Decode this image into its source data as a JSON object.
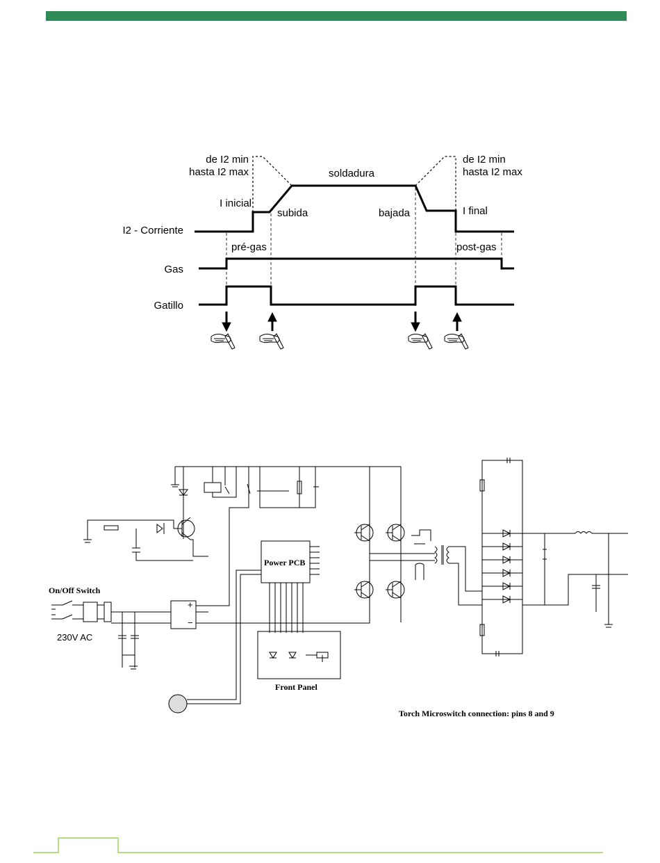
{
  "colors": {
    "accent": "#2e8b57",
    "footer_line": "#8dc63f"
  },
  "timing_diagram": {
    "signals": {
      "current": "I2 - Corriente",
      "gas": "Gas",
      "trigger": "Gatillo"
    },
    "labels": {
      "range_left_1": "de I2 min",
      "range_left_2": "hasta I2 max",
      "range_right_1": "de I2 min",
      "range_right_2": "hasta I2 max",
      "initial": "I inicial",
      "upslope": "subida",
      "weld": "soldadura",
      "downslope": "bajada",
      "final": "I final",
      "pregas": "pré-gas",
      "postgas": "post-gas"
    },
    "hand_icons": [
      "press-trigger-icon",
      "release-trigger-icon",
      "press-trigger-icon",
      "release-trigger-icon"
    ]
  },
  "schematic": {
    "power_pcb": "Power PCB",
    "onoff": "On/Off Switch",
    "mains": "230V AC",
    "front_panel": "Front Panel",
    "note": "Torch Microswitch connection: pins 8 and 9",
    "plus": "+",
    "minus": "−"
  }
}
